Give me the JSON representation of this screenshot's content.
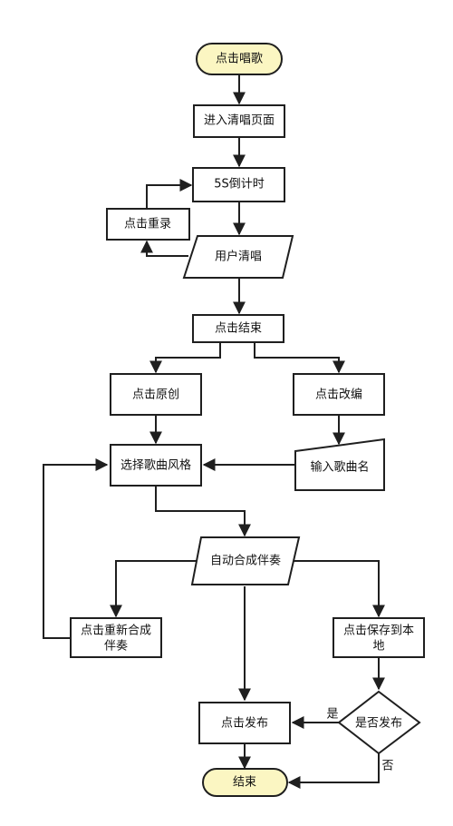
{
  "nodes": {
    "start": "点击唱歌",
    "enter_page": "进入清唱页面",
    "countdown": "5S倒计时",
    "rerecord": "点击重录",
    "user_sing": "用户清唱",
    "click_end": "点击结束",
    "original": "点击原创",
    "adapt": "点击改编",
    "input_name": "输入歌曲名",
    "choose_style": "选择歌曲风格",
    "auto_compose": "自动合成伴奏",
    "recompose_line1": "点击重新合成",
    "recompose_line2": "伴奏",
    "save_local_line1": "点击保存到本",
    "save_local_line2": "地",
    "publish_q": "是否发布",
    "publish": "点击发布",
    "end": "结束"
  },
  "edges": {
    "yes": "是",
    "no": "否"
  }
}
